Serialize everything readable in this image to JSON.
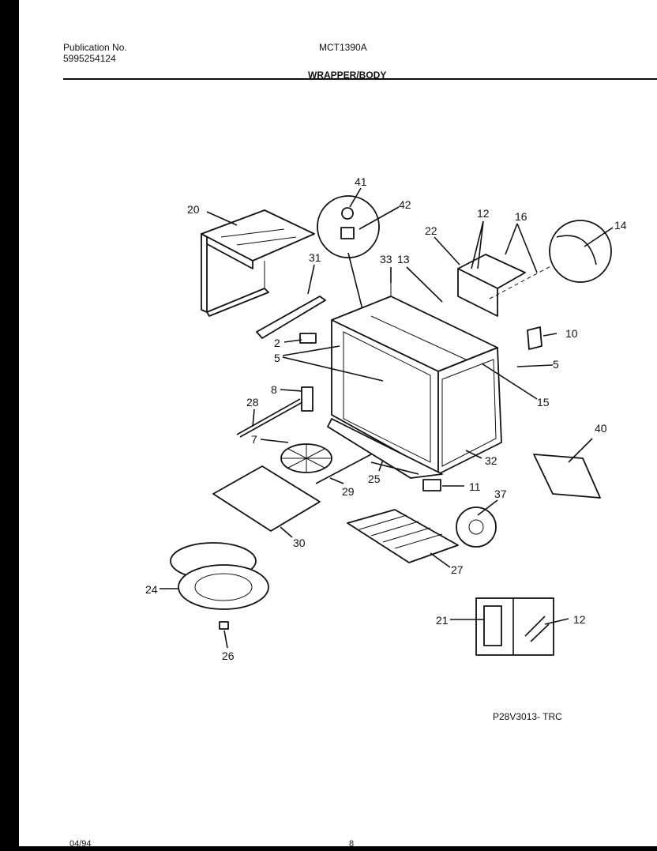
{
  "header": {
    "publication_label": "Publication No.",
    "publication_number": "5995254124",
    "model": "MCT1390A",
    "section": "WRAPPER/BODY"
  },
  "footer": {
    "drawing_code": "P28V3013- TRC",
    "date": "04/94",
    "page": "8"
  },
  "callouts": [
    "41",
    "42",
    "20",
    "12",
    "16",
    "14",
    "22",
    "31",
    "33",
    "13",
    "2",
    "5",
    "10",
    "5",
    "8",
    "15",
    "28",
    "7",
    "40",
    "25",
    "32",
    "29",
    "11",
    "30",
    "37",
    "27",
    "24",
    "26",
    "21",
    "12"
  ]
}
